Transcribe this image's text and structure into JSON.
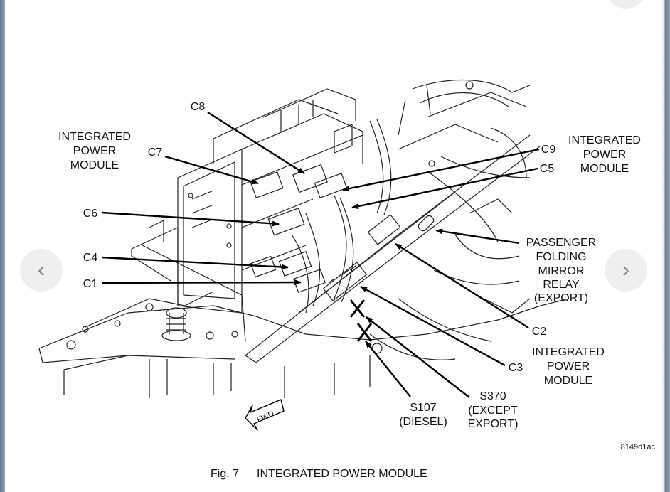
{
  "labels": {
    "c8": "C8",
    "ipm_left_1": "INTEGRATED",
    "ipm_left_2": "POWER",
    "ipm_left_3": "MODULE",
    "c7": "C7",
    "c6": "C6",
    "c4": "C4",
    "c1": "C1",
    "c9": "C9",
    "c5": "C5",
    "ipm_right_1": "INTEGRATED",
    "ipm_right_2": "POWER",
    "ipm_right_3": "MODULE",
    "relay_1": "PASSENGER",
    "relay_2": "FOLDING",
    "relay_3": "MIRROR",
    "relay_4": "RELAY",
    "relay_5": "(EXPORT)",
    "c2": "C2",
    "ipm_bottom_1": "INTEGRATED",
    "ipm_bottom_2": "POWER",
    "ipm_bottom_3": "MODULE",
    "c3": "C3",
    "s107_1": "S107",
    "s107_2": "(DIESEL)",
    "s370_1": "S370",
    "s370_2": "(EXCEPT",
    "s370_3": "EXPORT)",
    "fwd": "FWD",
    "code": "8149d1ac"
  },
  "caption": {
    "fig": "Fig. 7",
    "title": "INTEGRATED POWER MODULE"
  },
  "nav": {
    "prev_icon": "chevron-left-icon",
    "next_icon": "chevron-right-icon",
    "prev_glyph": "‹",
    "next_glyph": "›"
  }
}
